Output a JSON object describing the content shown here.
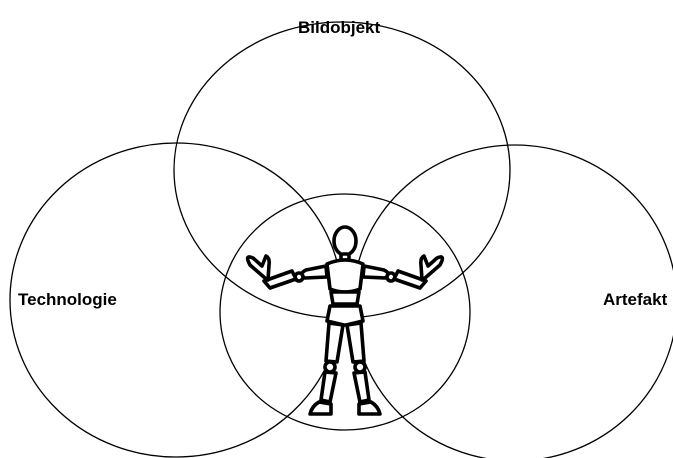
{
  "labels": {
    "top": "Bildobjekt",
    "left": "Technologie",
    "right": "Artefakt"
  },
  "colors": {
    "stroke": "#000000",
    "background": "#ffffff",
    "figure_fill": "#ffffff"
  },
  "figure": {
    "icon": "wooden-mannequin-figure"
  }
}
